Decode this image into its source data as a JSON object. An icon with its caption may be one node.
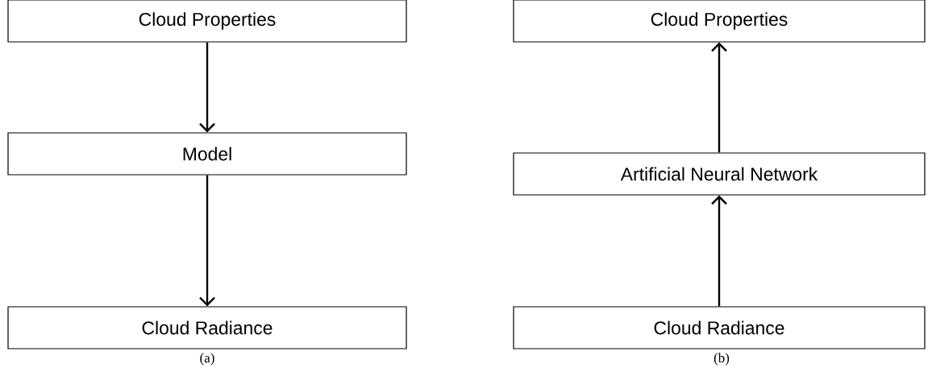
{
  "diagram": {
    "nodes": [
      {
        "text": [
          "Cloud Properties"
        ]
      },
      {
        "text": [
          "Model"
        ]
      },
      {
        "text": [
          "Cloud Radiance"
        ]
      },
      {
        "text": [
          "Cloud Properties"
        ]
      },
      {
        "text": [
          "Artificial Neural Network"
        ]
      },
      {
        "text": [
          "Cloud Radiance"
        ]
      }
    ],
    "edges": [
      {
        "from": 0,
        "to": 1,
        "arrow": "to"
      },
      {
        "from": 1,
        "to": 2,
        "arrow": "to"
      },
      {
        "from": 5,
        "to": 4,
        "arrow": "to"
      },
      {
        "from": 4,
        "to": 3,
        "arrow": "to"
      }
    ],
    "labels": [
      "(a)",
      "(b)"
    ]
  }
}
